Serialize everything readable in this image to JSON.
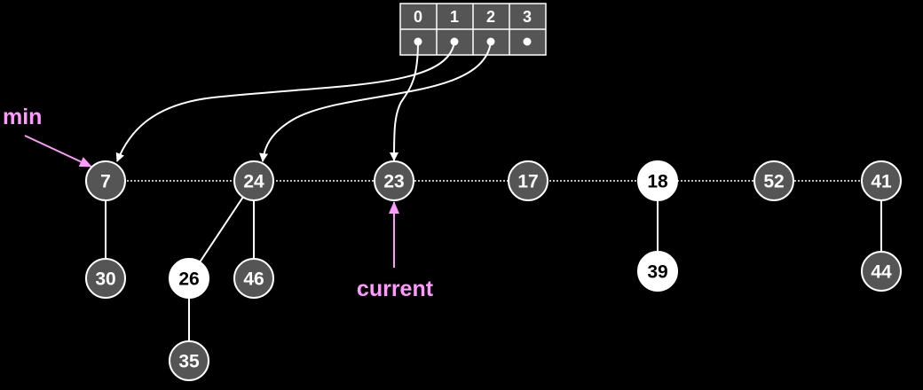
{
  "colors": {
    "background": "#000000",
    "node_fill": "#555555",
    "marked_fill": "#ffffff",
    "node_stroke": "#ffffff",
    "node_text": "#ffffff",
    "marked_text": "#000000",
    "edge": "#ffffff",
    "pointer": "#ff99ff",
    "array_fill": "#555555"
  },
  "degree_array": {
    "indices": [
      "0",
      "1",
      "2",
      "3"
    ]
  },
  "labels": {
    "min": "min",
    "current": "current"
  },
  "root_list": [
    {
      "key": "7",
      "marked": false
    },
    {
      "key": "24",
      "marked": false
    },
    {
      "key": "23",
      "marked": false
    },
    {
      "key": "17",
      "marked": false
    },
    {
      "key": "18",
      "marked": true
    },
    {
      "key": "52",
      "marked": false
    },
    {
      "key": "41",
      "marked": false
    }
  ],
  "children": [
    {
      "key": "30",
      "marked": false,
      "parent": "7"
    },
    {
      "key": "26",
      "marked": true,
      "parent": "24"
    },
    {
      "key": "46",
      "marked": false,
      "parent": "24"
    },
    {
      "key": "35",
      "marked": false,
      "parent": "26"
    },
    {
      "key": "39",
      "marked": true,
      "parent": "18"
    },
    {
      "key": "44",
      "marked": false,
      "parent": "41"
    }
  ],
  "array_pointers": [
    {
      "from_index": "0",
      "to": "23"
    },
    {
      "from_index": "1",
      "to": "7"
    },
    {
      "from_index": "2",
      "to": "24"
    }
  ]
}
